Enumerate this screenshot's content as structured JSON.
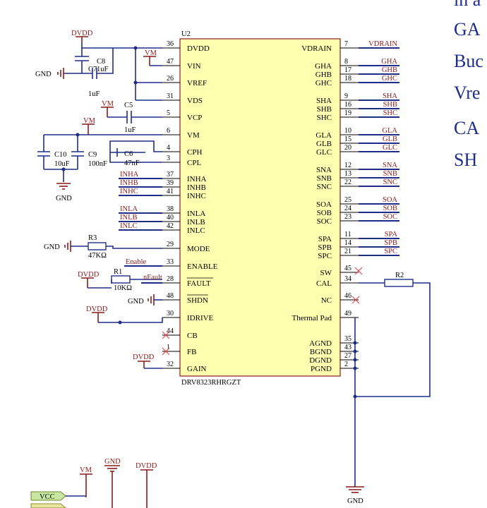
{
  "chip": {
    "ref": "U2",
    "part": "DRV8323RHRGZT",
    "left_pins": [
      {
        "num": "36",
        "name": "DVDD"
      },
      {
        "num": "47",
        "name": "VIN"
      },
      {
        "num": "26",
        "name": "VREF"
      },
      {
        "num": "31",
        "name": "VDS"
      },
      {
        "num": "5",
        "name": "VCP"
      },
      {
        "num": "6",
        "name": "VM"
      },
      {
        "num": "4",
        "name": "CPH"
      },
      {
        "num": "3",
        "name": "CPL"
      },
      {
        "num": "37",
        "name": "INHA"
      },
      {
        "num": "39",
        "name": "INHB"
      },
      {
        "num": "41",
        "name": "INHC"
      },
      {
        "num": "38",
        "name": "INLA"
      },
      {
        "num": "40",
        "name": "INLB"
      },
      {
        "num": "42",
        "name": "INLC"
      },
      {
        "num": "29",
        "name": "MODE"
      },
      {
        "num": "33",
        "name": "ENABLE"
      },
      {
        "num": "28",
        "name": "FAULT"
      },
      {
        "num": "48",
        "name": "SHDN"
      },
      {
        "num": "30",
        "name": "IDRIVE"
      },
      {
        "num": "44",
        "name": "CB"
      },
      {
        "num": "1",
        "name": "FB"
      },
      {
        "num": "32",
        "name": "GAIN"
      }
    ],
    "right_pins": [
      {
        "num": "7",
        "name": "VDRAIN",
        "net": "VDRAIN"
      },
      {
        "num": "8",
        "name": "GHA",
        "net": "GHA"
      },
      {
        "num": "17",
        "name": "GHB",
        "net": "GHB"
      },
      {
        "num": "18",
        "name": "GHC",
        "net": "GHC"
      },
      {
        "num": "9",
        "name": "SHA",
        "net": "SHA"
      },
      {
        "num": "16",
        "name": "SHB",
        "net": "SHB"
      },
      {
        "num": "19",
        "name": "SHC",
        "net": "SHC"
      },
      {
        "num": "10",
        "name": "GLA",
        "net": "GLA"
      },
      {
        "num": "15",
        "name": "GLB",
        "net": "GLB"
      },
      {
        "num": "20",
        "name": "GLC",
        "net": "GLC"
      },
      {
        "num": "12",
        "name": "SNA",
        "net": "SNA"
      },
      {
        "num": "13",
        "name": "SNB",
        "net": "SNB"
      },
      {
        "num": "22",
        "name": "SNC",
        "net": "SNC"
      },
      {
        "num": "25",
        "name": "SOA",
        "net": "SOA"
      },
      {
        "num": "24",
        "name": "SOB",
        "net": "SOB"
      },
      {
        "num": "23",
        "name": "SOC",
        "net": "SOC"
      },
      {
        "num": "11",
        "name": "SPA",
        "net": "SPA"
      },
      {
        "num": "14",
        "name": "SPB",
        "net": "SPB"
      },
      {
        "num": "21",
        "name": "SPC",
        "net": "SPC"
      },
      {
        "num": "45",
        "name": "SW",
        "net": ""
      },
      {
        "num": "34",
        "name": "CAL",
        "net": ""
      },
      {
        "num": "46",
        "name": "NC",
        "net": ""
      },
      {
        "num": "49",
        "name": "Thermal Pad",
        "net": ""
      },
      {
        "num": "35",
        "name": "AGND",
        "net": ""
      },
      {
        "num": "43",
        "name": "BGND",
        "net": ""
      },
      {
        "num": "27",
        "name": "DGND",
        "net": ""
      },
      {
        "num": "2",
        "name": "PGND",
        "net": ""
      }
    ]
  },
  "components": {
    "c8": {
      "ref": "C8",
      "value": "1uF"
    },
    "c7": {
      "ref": "C7",
      "value": "1uF"
    },
    "c5": {
      "ref": "C5",
      "value": "1uF"
    },
    "c10": {
      "ref": "C10",
      "value": "10uF"
    },
    "c9": {
      "ref": "C9",
      "value": "100nF"
    },
    "c6": {
      "ref": "C6",
      "value": "47nF"
    },
    "r3": {
      "ref": "R3",
      "value": "47KΩ"
    },
    "r1": {
      "ref": "R1",
      "value": "10KΩ"
    },
    "r2": {
      "ref": "R2",
      "value": ""
    }
  },
  "nets": {
    "dvdd": "DVDD",
    "vm": "VM",
    "gnd": "GND",
    "enable": "Enable",
    "nfault": "nFault",
    "vcc": "VCC",
    "inha": "INHA",
    "inhb": "INHB",
    "inhc": "INHC",
    "inla": "INLA",
    "inlb": "INLB",
    "inlc": "INLC"
  },
  "side_text": [
    "in a",
    "GA",
    "Buc",
    "Vre",
    "CA",
    "SH"
  ]
}
